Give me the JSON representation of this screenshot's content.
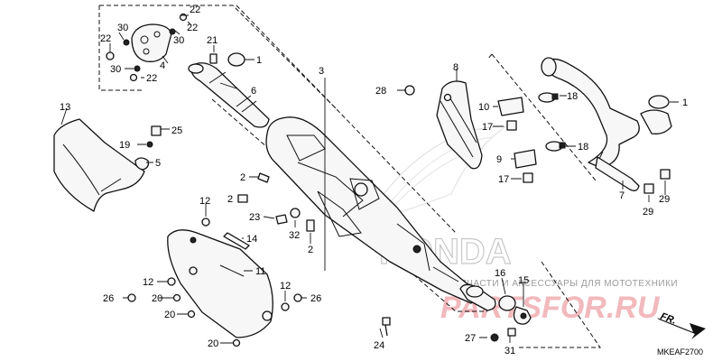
{
  "diagram": {
    "code": "MKEAF2700",
    "direction_label": "FR.",
    "watermark": {
      "text": "ЗАПЧАСТИ И АКСЕССУАРЫ ДЛЯ МОТОТЕХНИКИ",
      "logo": "PARTSFOR.RU",
      "brand": "HONDA"
    },
    "labels": [
      {
        "id": "label-22-a",
        "text": "22"
      },
      {
        "id": "label-30-a",
        "text": "30"
      },
      {
        "id": "label-22-b",
        "text": "22"
      },
      {
        "id": "label-30-b",
        "text": "30"
      },
      {
        "id": "label-22-c",
        "text": "22"
      },
      {
        "id": "label-4",
        "text": "4"
      },
      {
        "id": "label-30-c",
        "text": "30"
      },
      {
        "id": "label-22-d",
        "text": "22"
      },
      {
        "id": "label-21",
        "text": "21"
      },
      {
        "id": "label-1-a",
        "text": "1"
      },
      {
        "id": "label-6",
        "text": "6"
      },
      {
        "id": "label-3",
        "text": "3"
      },
      {
        "id": "label-13",
        "text": "13"
      },
      {
        "id": "label-25",
        "text": "25"
      },
      {
        "id": "label-19",
        "text": "19"
      },
      {
        "id": "label-5",
        "text": "5"
      },
      {
        "id": "label-2-a",
        "text": "2"
      },
      {
        "id": "label-2-b",
        "text": "2"
      },
      {
        "id": "label-23",
        "text": "23"
      },
      {
        "id": "label-32",
        "text": "32"
      },
      {
        "id": "label-2-c",
        "text": "2"
      },
      {
        "id": "label-12-a",
        "text": "12"
      },
      {
        "id": "label-14",
        "text": "14"
      },
      {
        "id": "label-11",
        "text": "11"
      },
      {
        "id": "label-12-b",
        "text": "12"
      },
      {
        "id": "label-26-a",
        "text": "26"
      },
      {
        "id": "label-20-a",
        "text": "20"
      },
      {
        "id": "label-20-b",
        "text": "20"
      },
      {
        "id": "label-12-c",
        "text": "12"
      },
      {
        "id": "label-26-b",
        "text": "26"
      },
      {
        "id": "label-20-c",
        "text": "20"
      },
      {
        "id": "label-28",
        "text": "28"
      },
      {
        "id": "label-8",
        "text": "8"
      },
      {
        "id": "label-10",
        "text": "10"
      },
      {
        "id": "label-18-a",
        "text": "18"
      },
      {
        "id": "label-17-a",
        "text": "17"
      },
      {
        "id": "label-9",
        "text": "9"
      },
      {
        "id": "label-18-b",
        "text": "18"
      },
      {
        "id": "label-17-b",
        "text": "17"
      },
      {
        "id": "label-1-b",
        "text": "1"
      },
      {
        "id": "label-7",
        "text": "7"
      },
      {
        "id": "label-29-a",
        "text": "29"
      },
      {
        "id": "label-29-b",
        "text": "29"
      },
      {
        "id": "label-16",
        "text": "16"
      },
      {
        "id": "label-15",
        "text": "15"
      },
      {
        "id": "label-24",
        "text": "24"
      },
      {
        "id": "label-27",
        "text": "27"
      },
      {
        "id": "label-31",
        "text": "31"
      }
    ]
  }
}
